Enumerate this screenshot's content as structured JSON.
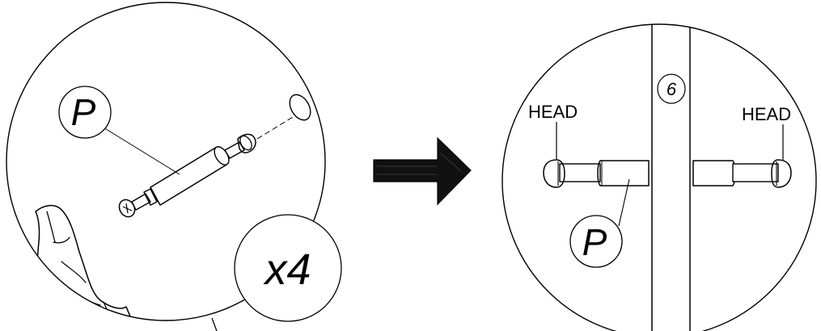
{
  "left_panel": {
    "part_label": "P",
    "quantity_label": "x4"
  },
  "right_panel": {
    "panel_number": "6",
    "head_label_left": "HEAD",
    "head_label_right": "HEAD",
    "part_label": "P"
  },
  "icons": [
    "hand-icon",
    "screw-dowel-icon",
    "hole-icon",
    "arrow-right-icon",
    "board-icon"
  ]
}
